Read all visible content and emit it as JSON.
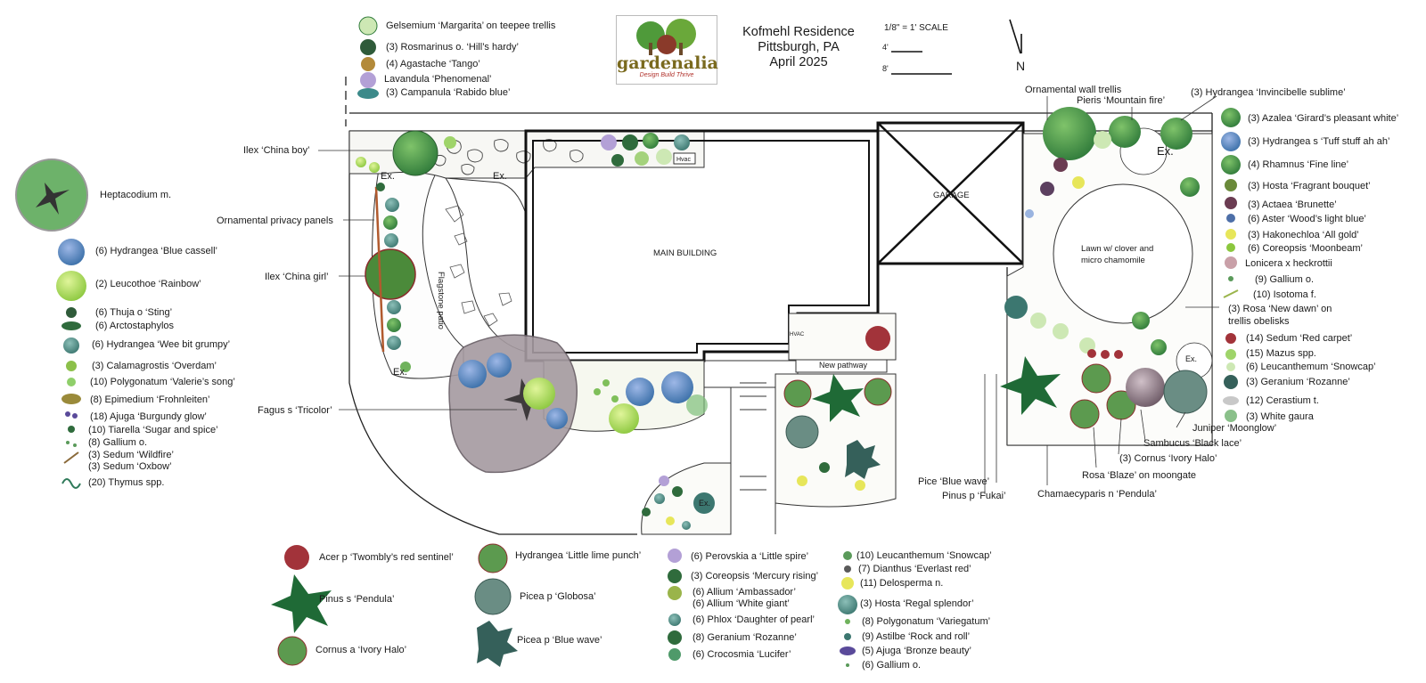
{
  "title_block": {
    "lines": [
      "Kofmehl Residence",
      "Pittsburgh, PA",
      "April 2025"
    ]
  },
  "logo": {
    "brand": "gardenalia",
    "tagline": "Design Build Thrive"
  },
  "scale": {
    "title": "1/8\" = 1' SCALE",
    "bar_4": "4'",
    "bar_8": "8'"
  },
  "north": "N",
  "map_labels": {
    "main_building": "MAIN BUILDING",
    "garage": "GARAGE",
    "patio": "Flagstone patio",
    "lawn": "Lawn w/ clover and micro chamomile",
    "new_pathway": "New pathway",
    "hvac_1": "Hvac",
    "hvac_2": "HVAC",
    "ex_1": "Ex.",
    "ex_2": "Ex.",
    "ex_3": "Ex.",
    "ex_4": "Ex.",
    "ex_5": "Ex.",
    "ex_6": "Ex."
  },
  "legend_top": [
    "Gelsemium ‘Margarita’ on teepee trellis",
    "(3) Rosmarinus o. ‘Hill’s hardy’",
    "(4) Agastache ‘Tango’",
    "Lavandula ‘Phenomenal’",
    "(3) Campanula ‘Rabido blue’"
  ],
  "legend_left": [
    "Heptacodium m.",
    "(6) Hydrangea ‘Blue cassell’",
    "(2) Leucothoe ‘Rainbow’",
    "(6) Thuja o ‘Sting’",
    "(6) Arctostaphylos",
    "(6) Hydrangea ‘Wee bit grumpy’",
    "(3) Calamagrostis ‘Overdam’",
    "(10) Polygonatum ‘Valerie’s song’",
    "(8) Epimedium ‘Frohnleiten’",
    "(18) Ajuga ‘Burgundy glow’",
    "(10) Tiarella ‘Sugar and spice’",
    "(8) Gallium o.",
    "(3) Sedum ‘Wildfire’",
    "(3) Sedum ‘Oxbow’",
    "(20) Thymus spp."
  ],
  "callouts_left": [
    "Ilex ‘China boy’",
    "Ornamental privacy panels",
    "Ilex ‘China girl’",
    "Fagus s ‘Tricolor’"
  ],
  "callouts_right_top": [
    "Ornamental wall trellis",
    "Pieris ‘Mountain fire’",
    "(3) Hydrangea ‘Invincibelle sublime’"
  ],
  "legend_right": [
    "(3) Azalea ‘Girard’s pleasant white’",
    "(3) Hydrangea s ‘Tuff stuff ah ah’",
    "(4) Rhamnus ‘Fine line’",
    "(3) Hosta ‘Fragrant bouquet’",
    "(3) Actaea ‘Brunette’",
    "(6) Aster ‘Wood’s light blue’",
    "(3) Hakonechloa ‘All gold’",
    "(6) Coreopsis ‘Moonbeam’",
    "Lonicera x heckrottii",
    "(9) Gallium o.",
    "(10) Isotoma f.",
    "(3) Rosa ‘New dawn’ on",
    "trellis obelisks",
    "(14) Sedum ‘Red carpet’",
    "(15) Mazus spp.",
    "(6) Leucanthemum ‘Snowcap’",
    "(3) Geranium ‘Rozanne’",
    "(12) Cerastium t.",
    "(3) White gaura"
  ],
  "callouts_bottom_right": [
    "Juniper ‘Moonglow’",
    "Sambucus ‘Black lace’",
    "(3) Cornus ‘Ivory Halo’",
    "Rosa ‘Blaze’ on moongate",
    "Pice ‘Blue wave’",
    "Pinus p ‘Fukai’",
    "Chamaecyparis n ‘Pendula’"
  ],
  "legend_bottom_1": [
    "Acer p ‘Twombly’s red sentinel’",
    "Pinus s ‘Pendula’",
    "Cornus a ‘Ivory Halo’"
  ],
  "legend_bottom_2": [
    "Hydrangea ‘Little lime punch’",
    "Picea p ‘Globosa’",
    "Picea p ‘Blue wave’"
  ],
  "legend_bottom_3": [
    "(6) Perovskia a ‘Little spire’",
    "(3) Coreopsis ‘Mercury rising’",
    "(6) Allium ‘Ambassador’",
    "(6) Allium ‘White giant’",
    "(6) Phlox ‘Daughter of pearl’",
    "(8) Geranium ‘Rozanne’",
    "(6) Crocosmia ‘Lucifer’"
  ],
  "legend_bottom_4": [
    "(10) Leucanthemum ‘Snowcap’",
    "(7) Dianthus ‘Everlast red’",
    "(11) Delosperma n.",
    "(3) Hosta ‘Regal splendor’",
    "(8) Polygonatum ‘Variegatum’",
    "(9) Astilbe ‘Rock and roll’",
    "(5) Ajuga ‘Bronze beauty’",
    "(6) Gallium o."
  ],
  "colors": {
    "dark_green": "#2f6b3c",
    "mid_green": "#4f9a4a",
    "light_green": "#9fd46a",
    "lime": "#c7e86a",
    "blue_green": "#4d8f8a",
    "hydrangea_blue": "#5a84c8",
    "purple": "#8a6bb3",
    "red": "#a2333a",
    "grey_tree": "#9b9197",
    "yellow": "#e7e65a"
  }
}
